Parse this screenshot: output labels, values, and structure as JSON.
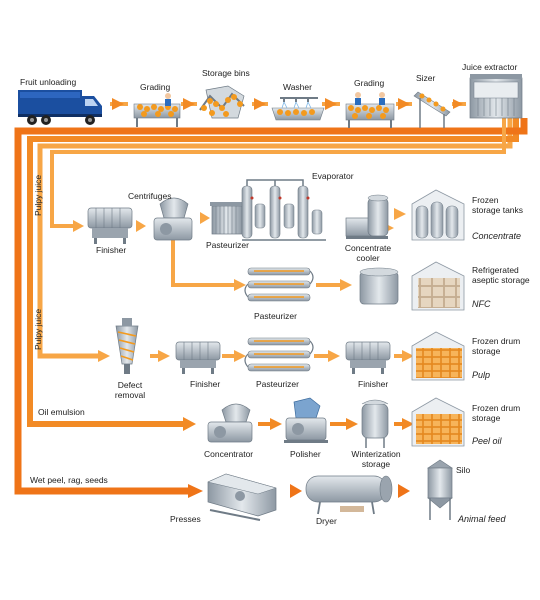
{
  "labels": {
    "fruit_unloading": "Fruit unloading",
    "grading_1": "Grading",
    "storage_bins": "Storage bins",
    "washer": "Washer",
    "grading_2": "Grading",
    "sizer": "Sizer",
    "juice_extractor": "Juice extractor",
    "pulpy_juice_1": "Pulpy juice",
    "centrifuges": "Centrifuges",
    "finisher_1": "Finisher",
    "evaporator": "Evaporator",
    "pasteurizer_1": "Pasteurizer",
    "concentrate_cooler": "Concentrate cooler",
    "frozen_storage_tanks": "Frozen storage tanks",
    "concentrate": "Concentrate",
    "pasteurizer_2": "Pasteurizer",
    "refrigerated_aseptic_storage": "Refrigerated aseptic storage",
    "nfc": "NFC",
    "pulpy_juice_2": "Pulpy juice",
    "defect_removal": "Defect removal",
    "finisher_2": "Finisher",
    "pasteurizer_3": "Pasteurizer",
    "finisher_3": "Finisher",
    "frozen_drum_storage_1": "Frozen drum storage",
    "pulp": "Pulp",
    "oil_emulsion": "Oil emulsion",
    "concentrator": "Concentrator",
    "polisher": "Polisher",
    "winterization_storage": "Winterization storage",
    "frozen_drum_storage_2": "Frozen drum storage",
    "peel_oil": "Peel oil",
    "wet_peel": "Wet peel, rag, seeds",
    "presses": "Presses",
    "dryer": "Dryer",
    "silo": "Silo",
    "animal_feed": "Animal feed"
  },
  "colors": {
    "flow": "#f07d1a",
    "flow_light": "#f7a646",
    "fruit": "#f39a1e",
    "machine": "#b9c2ca",
    "machine_dark": "#6f7b86",
    "truck_blue": "#1b4fa0"
  }
}
